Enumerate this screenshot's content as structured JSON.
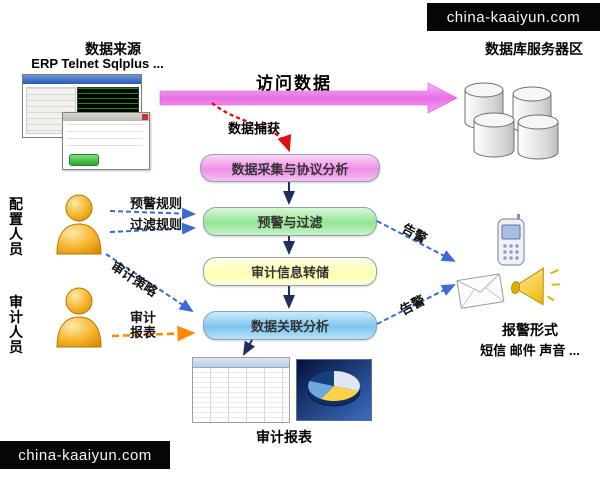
{
  "watermarks": {
    "top_right": "china-kaaiyun.com",
    "bottom_left": "china-kaaiyun.com"
  },
  "data_source": {
    "title": "数据来源",
    "apps": "ERP Telnet Sqlplus ..."
  },
  "database_zone": {
    "title": "数据库服务器区"
  },
  "flow": {
    "access_label": "访问数据",
    "capture_label": "数据捕获"
  },
  "pipeline": [
    {
      "label": "数据采集与协议分析",
      "color": "#ee8fe8"
    },
    {
      "label": "预警与过滤",
      "color": "#93e493"
    },
    {
      "label": "审计信息转储",
      "color": "#ffffb2"
    },
    {
      "label": "数据关联分析",
      "color": "#7cc5f0"
    }
  ],
  "actors": [
    {
      "name": "配置人员"
    },
    {
      "name": "审计人员"
    }
  ],
  "edge_labels": {
    "warning_rules": "预警规则",
    "filter_rules": "过滤规则",
    "audit_policy": "审计策略",
    "audit_report_request": "审计报表",
    "alert_upper": "告警",
    "alert_lower": "告警"
  },
  "alarm": {
    "title": "报警形式",
    "methods": "短信 邮件 声音 ..."
  },
  "report_caption": "审计报表",
  "accent_colors": {
    "access_arrow": "#ee7bee",
    "capture_arrow": "#e01010",
    "rule_arrows": "#3c6bd6",
    "report_arrow": "#ff8a00",
    "pipeline_arrows": "#1c2f5e"
  }
}
